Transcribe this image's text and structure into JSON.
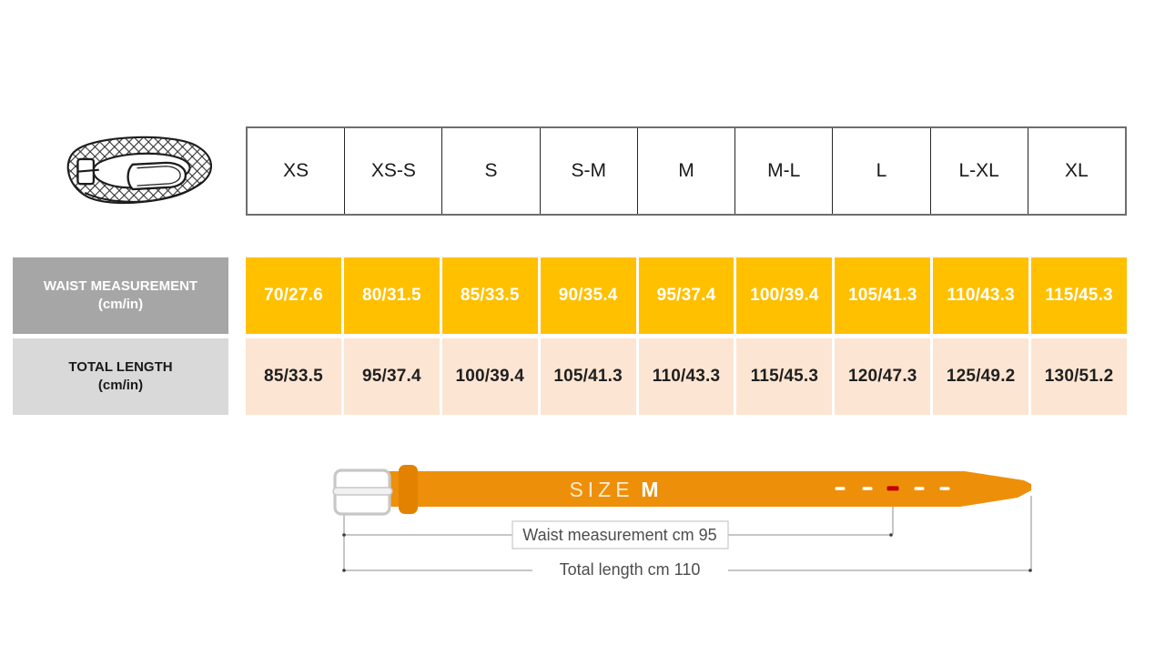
{
  "size_table": {
    "sizes": [
      "XS",
      "XS-S",
      "S",
      "S-M",
      "M",
      "M-L",
      "L",
      "L-XL",
      "XL"
    ],
    "rows": [
      {
        "id": "waist",
        "label": "WAIST MEASUREMENT",
        "unit": "(cm/in)",
        "values": [
          "70/27.6",
          "80/31.5",
          "85/33.5",
          "90/35.4",
          "95/37.4",
          "100/39.4",
          "105/41.3",
          "110/43.3",
          "115/45.3"
        ]
      },
      {
        "id": "length",
        "label": "TOTAL LENGTH",
        "unit": "(cm/in)",
        "values": [
          "85/33.5",
          "95/37.4",
          "100/39.4",
          "105/41.3",
          "110/43.3",
          "115/45.3",
          "120/47.3",
          "125/49.2",
          "130/51.2"
        ]
      }
    ]
  },
  "diagram": {
    "size_label": "SIZE",
    "size_value": "M",
    "waist_annotation": "Waist measurement cm 95",
    "length_annotation": "Total length cm 110"
  },
  "icons": {
    "belt_icon": "braided-belt-illustration"
  },
  "colors": {
    "waist_cell_bg": "#FFC000",
    "waist_cell_text": "#FFFFFF",
    "length_cell_bg": "#FCE5D2",
    "length_cell_text": "#1F1F1F",
    "waist_label_bg": "#A6A6A6",
    "length_label_bg": "#D9D9D9",
    "belt_strap": "#EE8F0A",
    "belt_keeper": "#E28200",
    "hole_marker_red": "#C00000",
    "dimension_line": "#8C8C8C"
  },
  "chart_data": {
    "type": "table",
    "columns": [
      "XS",
      "XS-S",
      "S",
      "S-M",
      "M",
      "M-L",
      "L",
      "L-XL",
      "XL"
    ],
    "rows": [
      {
        "label": "WAIST MEASUREMENT (cm/in)",
        "values": [
          "70/27.6",
          "80/31.5",
          "85/33.5",
          "90/35.4",
          "95/37.4",
          "100/39.4",
          "105/41.3",
          "110/43.3",
          "115/45.3"
        ]
      },
      {
        "label": "TOTAL LENGTH (cm/in)",
        "values": [
          "85/33.5",
          "95/37.4",
          "100/39.4",
          "105/41.3",
          "110/43.3",
          "115/45.3",
          "120/47.3",
          "125/49.2",
          "130/51.2"
        ]
      }
    ],
    "waist_cm": [
      70,
      80,
      85,
      90,
      95,
      100,
      105,
      110,
      115
    ],
    "waist_in": [
      27.6,
      31.5,
      33.5,
      35.4,
      37.4,
      39.4,
      41.3,
      43.3,
      45.3
    ],
    "total_length_cm": [
      85,
      95,
      100,
      105,
      110,
      115,
      120,
      125,
      130
    ],
    "total_length_in": [
      33.5,
      37.4,
      39.4,
      41.3,
      43.3,
      45.3,
      47.3,
      49.2,
      51.2
    ],
    "annotations": [
      "SIZE M",
      "Waist measurement cm 95",
      "Total length cm 110"
    ]
  }
}
